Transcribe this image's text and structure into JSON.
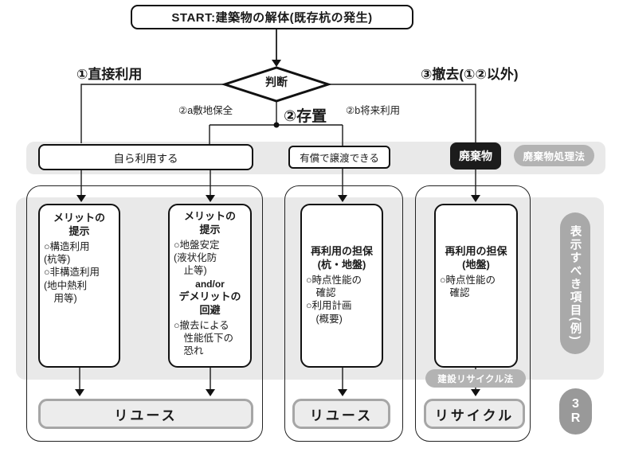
{
  "colors": {
    "band_gray": "#e9e9e9",
    "line_black": "#1a1a1a",
    "waste_bg": "#1c1c1c",
    "gray_pill": "#b3b3b3",
    "dark_pill": "#999999",
    "outcome_fill": "#ececec",
    "outcome_border": "#a6a6a6"
  },
  "flow": {
    "start": "START:建築物の解体(既存杭の発生)",
    "decision": "判断",
    "branch1": "①直接利用",
    "branch2": "②存置",
    "branch2a": "②a敷地保全",
    "branch2b": "②b将来利用",
    "branch3": "③撤去(①②以外)",
    "row1": {
      "self_use": "自ら利用する",
      "transfer": "有償で譲渡できる",
      "waste": "廃棄物",
      "waste_law": "廃棄物処理法"
    },
    "box1": {
      "heading": "メリットの\n提示",
      "body": "○構造利用\n(杭等)\n○非構造利用\n(地中熱利\n　用等)"
    },
    "box2": {
      "heading": "メリットの\n提示",
      "body1": "○地盤安定\n(液状化防\n　止等)",
      "andor": "and/or",
      "heading2": "デメリットの\n回避",
      "body2": "○撤去による\n　性能低下の\n　恐れ"
    },
    "box3": {
      "heading": "再利用の担保\n(杭・地盤)",
      "body": "○時点性能の\n　確認\n○利用計画\n　(概要)"
    },
    "box4": {
      "heading": "再利用の担保\n(地盤)",
      "body": "○時点性能の\n　確認"
    },
    "recycle_law": "建設リサイクル法",
    "outcomes": {
      "left": "リユース",
      "middle": "リユース",
      "right": "リサイクル"
    },
    "side_label": "表示すべき項目(例)",
    "badge_3r": "3\nR"
  }
}
